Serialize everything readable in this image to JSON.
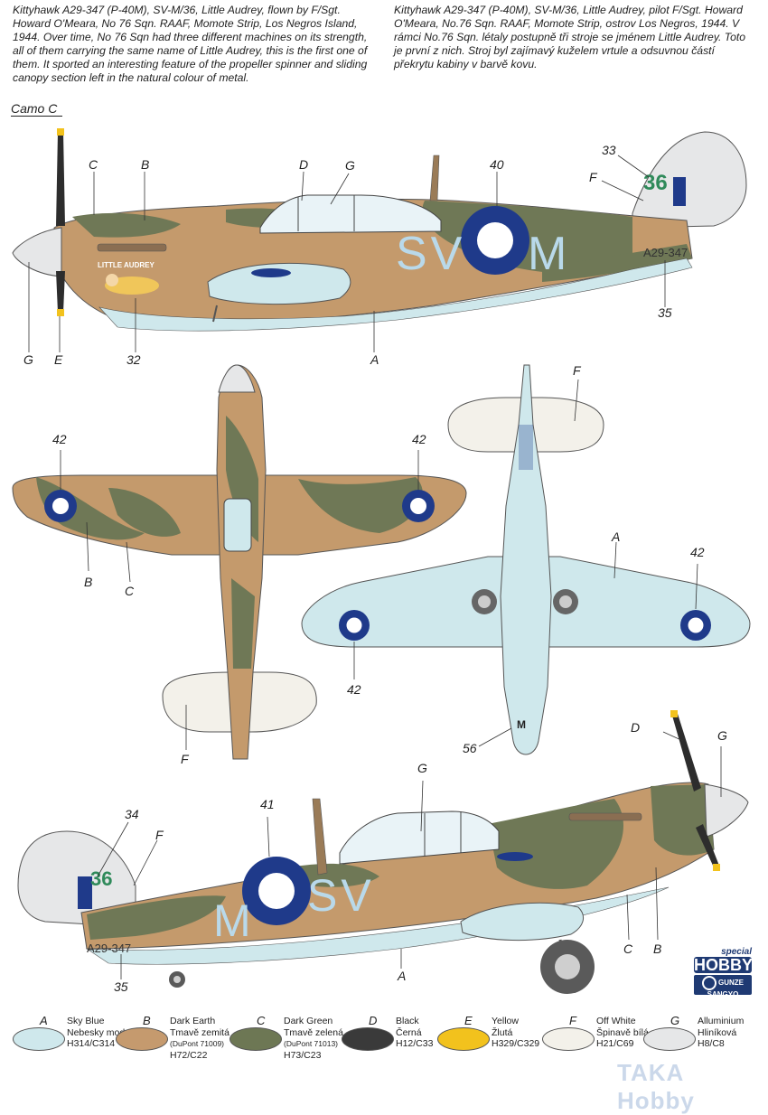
{
  "intro": {
    "en": "Kittyhawk A29-347 (P-40M), SV-M/36, Little Audrey, flown by F/Sgt. Howard O'Meara, No 76 Sqn. RAAF, Momote Strip, Los Negros Island, 1944. Over time, No 76 Sqn had three different machines on its strength, all of them carrying the same name of Little Audrey, this is the first one of them. It sported an interesting feature of the propeller spinner and sliding canopy section left in the natural colour of metal.",
    "cz": "Kittyhawk A29-347 (P-40M), SV-M/36, Little Audrey, pilot F/Sgt. Howard O'Meara, No.76 Sqn. RAAF, Momote Strip, ostrov Los Negros, 1944. V rámci No.76 Sqn. létaly postupně tři stroje se jménem Little Audrey. Toto je první z nich. Stroj byl zajímavý kuželem vrtule a odsuvnou částí překrytu kabiny v barvě kovu."
  },
  "camo_label": "Camo C",
  "markings": {
    "code_left": "SV",
    "code_right": "M",
    "code_right_side_left": "M",
    "code_right_side_right": "SV",
    "tail_number": "36",
    "serial": "A29-347",
    "nose_art": "LITTLE AUDREY",
    "underside_letter": "M"
  },
  "callouts": {
    "side1": [
      "C",
      "B",
      "D",
      "G",
      "40",
      "33",
      "F",
      "35",
      "A",
      "32",
      "G",
      "E"
    ],
    "top": [
      "42",
      "42",
      "B",
      "C"
    ],
    "bottom": [
      "F",
      "A",
      "42",
      "42",
      "56"
    ],
    "side2": [
      "D",
      "G",
      "G",
      "41",
      "34",
      "F",
      "35",
      "A",
      "C",
      "B"
    ],
    "topF": "F"
  },
  "legend": [
    {
      "letter": "A",
      "name": "Sky Blue",
      "cz": "Nebesky modrá",
      "code": "H314/C314",
      "extra": "",
      "color": "#cfe8ec"
    },
    {
      "letter": "B",
      "name": "Dark Earth",
      "cz": "Tmavě zemitá",
      "code": "H72/C22",
      "extra": "(DuPont 71009)",
      "color": "#c59a6e"
    },
    {
      "letter": "C",
      "name": "Dark Green",
      "cz": "Tmavě zelená",
      "code": "H73/C23",
      "extra": "(DuPont 71013)",
      "color": "#6d7754"
    },
    {
      "letter": "D",
      "name": "Black",
      "cz": "Černá",
      "code": "H12/C33",
      "extra": "",
      "color": "#3a3a3a"
    },
    {
      "letter": "E",
      "name": "Yellow",
      "cz": "Žlutá",
      "code": "H329/C329",
      "extra": "",
      "color": "#f2c21d"
    },
    {
      "letter": "F",
      "name": "Off White",
      "cz": "Špinavě bílá",
      "code": "H21/C69",
      "extra": "",
      "color": "#f3f1ea"
    },
    {
      "letter": "G",
      "name": "Alluminium",
      "cz": "Hliníková",
      "code": "H8/C8",
      "extra": "",
      "color": "#e6e7e8"
    }
  ],
  "logos": {
    "hobby_top": "special",
    "hobby_main": "HOBBY",
    "gunze_1": "GUNZE",
    "gunze_2": "SANGYO"
  },
  "watermark": "TAKA Hobby",
  "colors": {
    "sky": "#cfe8ec",
    "earth": "#c49a6c",
    "green": "#6f7856",
    "roundel_blue": "#1f3a8a",
    "code_blue": "#b9d9ea",
    "tail_green": "#2f8a5a"
  }
}
